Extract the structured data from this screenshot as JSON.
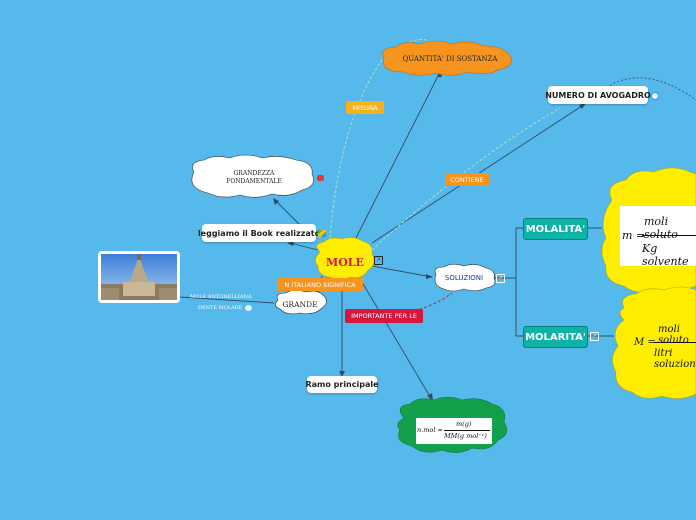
{
  "colors": {
    "background": "#55b9ec",
    "center_cloud": "#ffee00",
    "orange_cloud": "#f7941d",
    "green_cloud": "#12a14a",
    "teal": "#0db3a6",
    "pill_yellow": "#f7b21b",
    "pill_orange": "#f7941d",
    "pill_red": "#d4183d"
  },
  "central": {
    "label": "MOLE"
  },
  "nodes": {
    "quantita": "QUANTITA' DI SOSTANZA",
    "grandezza": "GRANDEZZA\nFONDAMENTALE",
    "book": "leggiamo il Book realizzato",
    "avogadro": "NUMERO DI AVOGADRO",
    "soluzioni": "SOLUZIONI",
    "grande": "GRANDE",
    "ramo": "Ramo principale",
    "molalita": "MOLALITA'",
    "molarita": "MOLARITA'",
    "mole_anton": "MOLE ANTONELLIANA",
    "dente": "DENTE MOLARE"
  },
  "labels": {
    "misura": "MISURA",
    "contiene": "CONTIENE",
    "italiano": "N ITALIANO SIGNIFICA",
    "importante": "IMPORTANTE PER LE"
  },
  "formulas": {
    "molalita": {
      "lhs": "m =",
      "num": "moli soluto",
      "den": "Kg solvente"
    },
    "molarita": {
      "lhs": "M =",
      "num": "moli soluto",
      "den": "litri soluzione"
    },
    "nmol": {
      "lhs": "n.mol =",
      "num": "m(g)",
      "den": "MM(g mol⁻¹)"
    }
  },
  "icons": [
    "link-icon",
    "youtube-icon",
    "image-icon",
    "attachment-icon"
  ]
}
